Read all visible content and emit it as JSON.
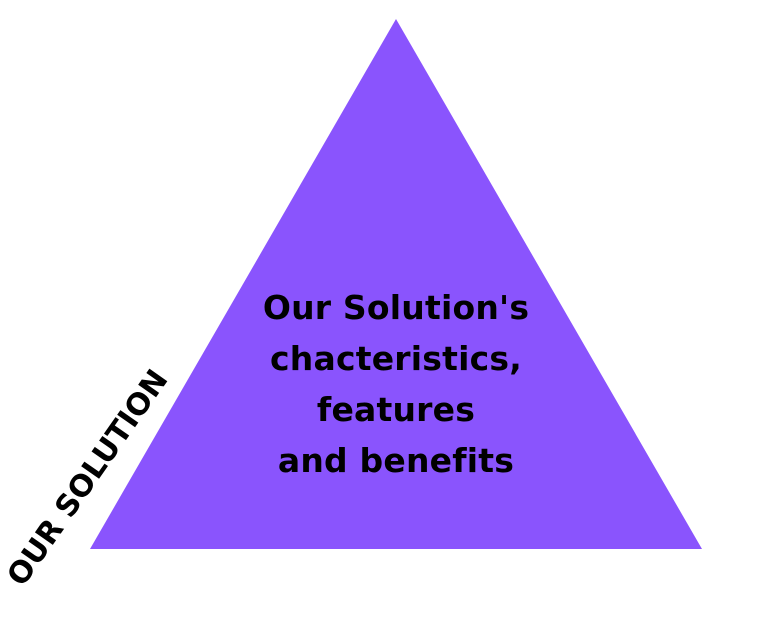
{
  "diagram": {
    "shape": "triangle",
    "fill_color": "#8a54fd",
    "background_color": "#ffffff",
    "center_text_lines": [
      "Our Solution's",
      "chacteristics,",
      "features",
      "and benefits"
    ],
    "side_label": "OUR SOLUTION",
    "text_color": "#000000"
  }
}
